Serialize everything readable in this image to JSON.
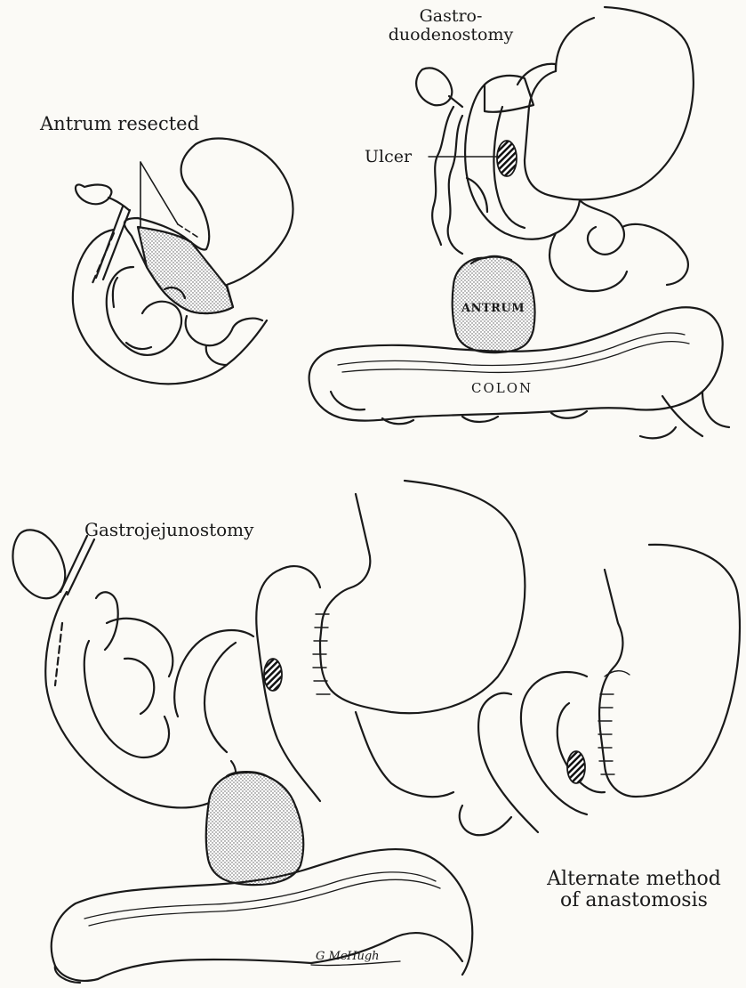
{
  "labels": {
    "antrum_resected": "Antrum resected",
    "gastroduodenostomy_line1": "Gastro-",
    "gastroduodenostomy_line2": "duodenostomy",
    "ulcer": "Ulcer",
    "antrum": "ANTRUM",
    "colon": "COLON",
    "gastrojejunostomy": "Gastrojejunostomy",
    "alternate_line1": "Alternate method",
    "alternate_line2": "of anastomosis"
  },
  "signature": "G McHugh",
  "colors": {
    "ink": "#1a1a1a",
    "paper": "#fbfaf6",
    "stipple": "#8a8a8a"
  }
}
